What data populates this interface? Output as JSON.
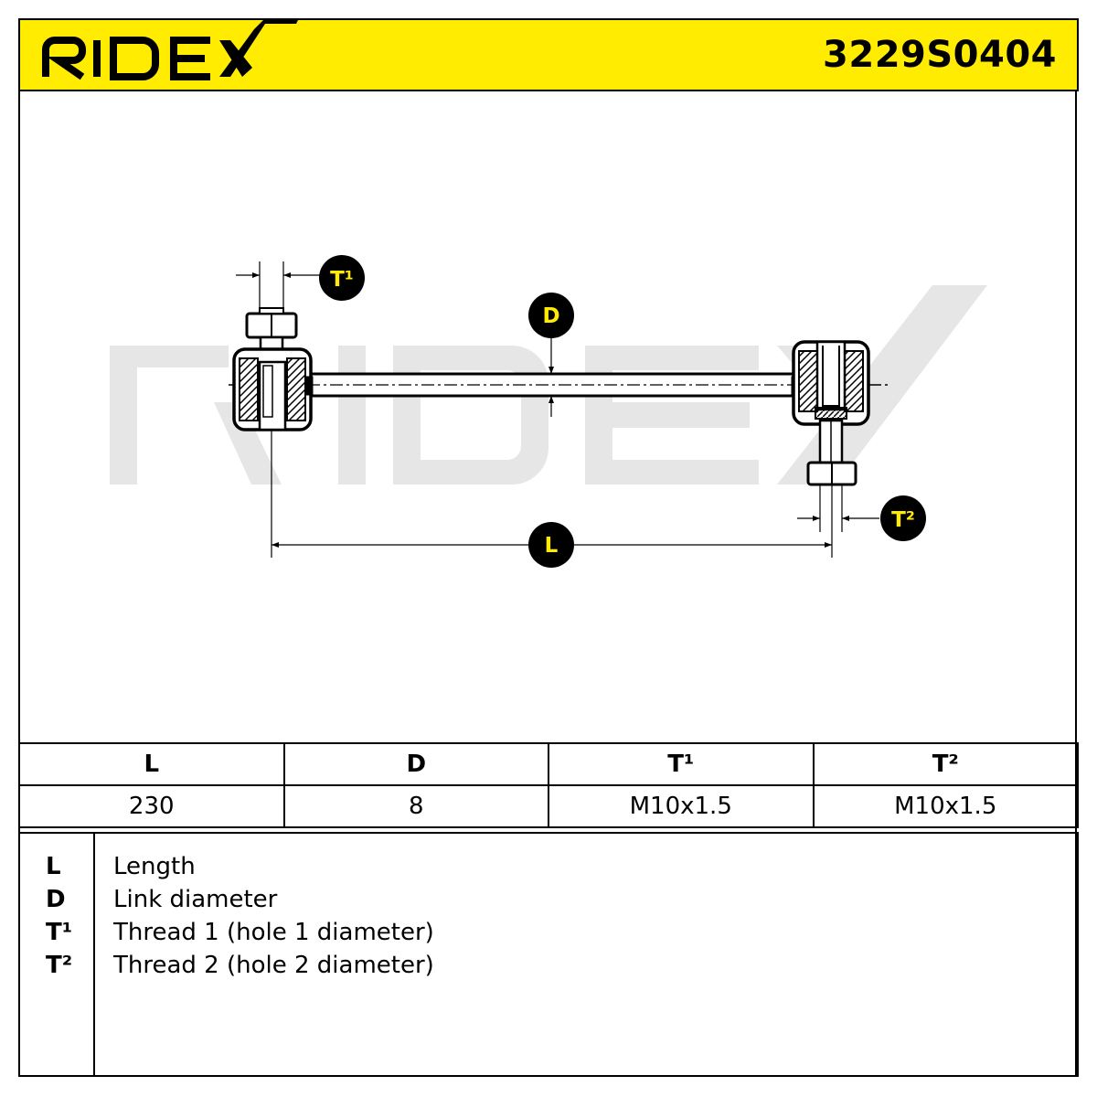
{
  "header": {
    "brand": "RIDEX",
    "part_number": "3229S0404",
    "background_color": "#ffec00"
  },
  "drawing": {
    "callouts": {
      "t1": "T¹",
      "d": "D",
      "l": "L",
      "t2": "T²"
    },
    "callout_text_color": "#ffec00"
  },
  "specs": {
    "headers": [
      "L",
      "D",
      "T¹",
      "T²"
    ],
    "values": [
      "230",
      "8",
      "M10x1.5",
      "M10x1.5"
    ]
  },
  "legend": [
    {
      "key": "L",
      "desc": "Length"
    },
    {
      "key": "D",
      "desc": "Link diameter"
    },
    {
      "key": "T¹",
      "desc": "Thread 1 (hole 1 diameter)"
    },
    {
      "key": "T²",
      "desc": "Thread 2 (hole 2 diameter)"
    }
  ]
}
